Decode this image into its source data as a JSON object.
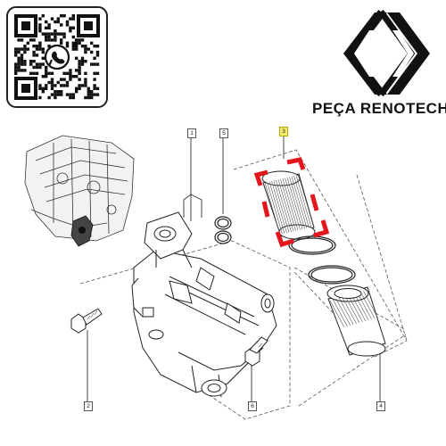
{
  "brand": {
    "name": "PEÇA RENOTECH",
    "logo": "renault-diamond-logo",
    "qr_icon": "whatsapp-icon"
  },
  "callouts": [
    {
      "id": "callout-1",
      "label": "1"
    },
    {
      "id": "callout-2",
      "label": "2"
    },
    {
      "id": "callout-3",
      "label": "3",
      "highlight": true
    },
    {
      "id": "callout-4",
      "label": "4"
    },
    {
      "id": "callout-5",
      "label": "5"
    },
    {
      "id": "callout-6",
      "label": "6"
    }
  ],
  "colors": {
    "highlight_frame": "#e2161b",
    "callout_highlight": "#f5ec6a",
    "whatsapp_badge": "#ffffff",
    "line": "#222222"
  }
}
